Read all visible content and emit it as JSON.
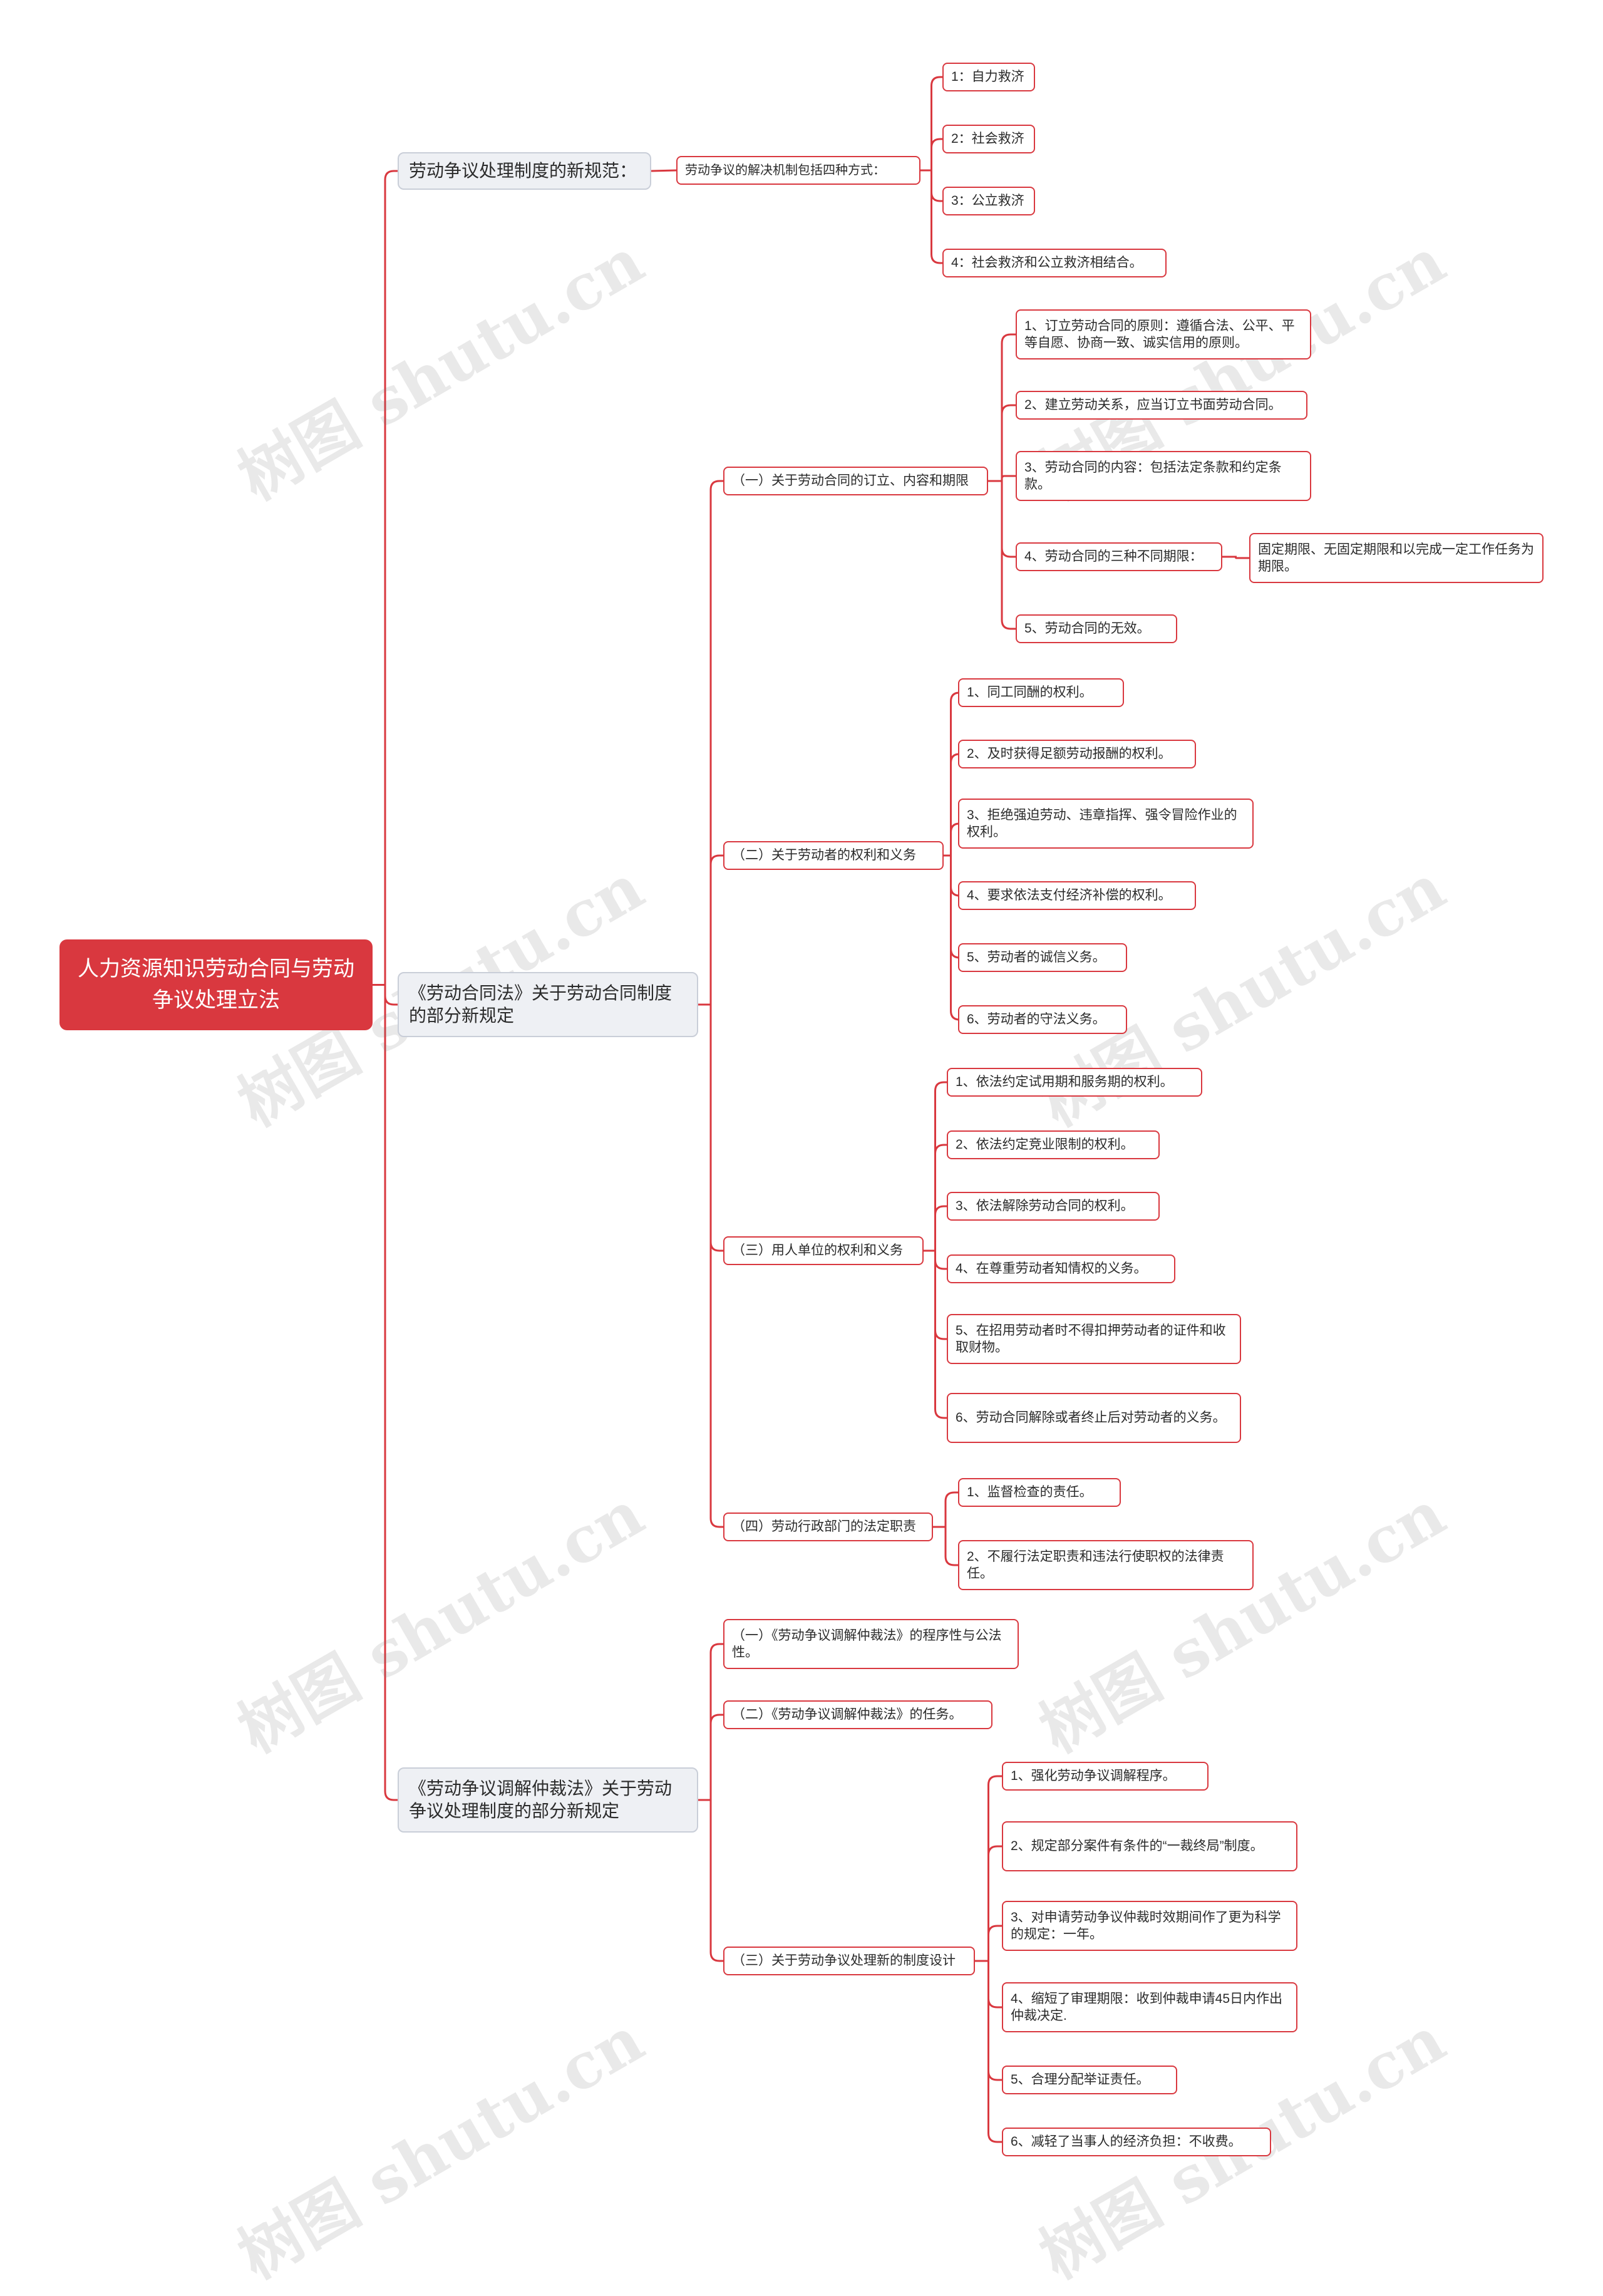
{
  "root": {
    "label": "人力资源知识劳动合同与劳动争议处理立法"
  },
  "branches": [
    {
      "label": "劳动争议处理制度的新规范：",
      "children": [
        {
          "label": "劳动争议的解决机制包括四种方式：",
          "children": [
            {
              "label": "1：自力救济"
            },
            {
              "label": "2：社会救济"
            },
            {
              "label": "3：公立救济"
            },
            {
              "label": "4：社会救济和公立救济相结合。"
            }
          ]
        }
      ]
    },
    {
      "label": "《劳动合同法》关于劳动合同制度的部分新规定",
      "children": [
        {
          "label": "（一）关于劳动合同的订立、内容和期限",
          "children": [
            {
              "label": "1、订立劳动合同的原则：遵循合法、公平、平等自愿、协商一致、诚实信用的原则。"
            },
            {
              "label": "2、建立劳动关系，应当订立书面劳动合同。"
            },
            {
              "label": "3、劳动合同的内容：包括法定条款和约定条款。"
            },
            {
              "label": "4、劳动合同的三种不同期限：",
              "children": [
                {
                  "label": "固定期限、无固定期限和以完成一定工作任务为期限。"
                }
              ]
            },
            {
              "label": "5、劳动合同的无效。"
            }
          ]
        },
        {
          "label": "（二）关于劳动者的权利和义务",
          "children": [
            {
              "label": "1、同工同酬的权利。"
            },
            {
              "label": "2、及时获得足额劳动报酬的权利。"
            },
            {
              "label": "3、拒绝强迫劳动、违章指挥、强令冒险作业的权利。"
            },
            {
              "label": "4、要求依法支付经济补偿的权利。"
            },
            {
              "label": "5、劳动者的诚信义务。"
            },
            {
              "label": "6、劳动者的守法义务。"
            }
          ]
        },
        {
          "label": "（三）用人单位的权利和义务",
          "children": [
            {
              "label": "1、依法约定试用期和服务期的权利。"
            },
            {
              "label": "2、依法约定竞业限制的权利。"
            },
            {
              "label": "3、依法解除劳动合同的权利。"
            },
            {
              "label": "4、在尊重劳动者知情权的义务。"
            },
            {
              "label": "5、在招用劳动者时不得扣押劳动者的证件和收取财物。"
            },
            {
              "label": "6、劳动合同解除或者终止后对劳动者的义务。"
            }
          ]
        },
        {
          "label": "（四）劳动行政部门的法定职责",
          "children": [
            {
              "label": "1、监督检查的责任。"
            },
            {
              "label": "2、不履行法定职责和违法行使职权的法律责任。"
            }
          ]
        }
      ]
    },
    {
      "label": "《劳动争议调解仲裁法》关于劳动争议处理制度的部分新规定",
      "children": [
        {
          "label": "（一）《劳动争议调解仲裁法》的程序性与公法性。"
        },
        {
          "label": "（二）《劳动争议调解仲裁法》的任务。"
        },
        {
          "label": "（三）关于劳动争议处理新的制度设计",
          "children": [
            {
              "label": "1、强化劳动争议调解程序。"
            },
            {
              "label": "2、规定部分案件有条件的“一裁终局”制度。"
            },
            {
              "label": "3、对申请劳动争议仲裁时效期间作了更为科学的规定：一年。"
            },
            {
              "label": "4、缩短了审理期限：收到仲裁申请45日内作出仲裁决定."
            },
            {
              "label": "5、合理分配举证责任。"
            },
            {
              "label": "6、减轻了当事人的经济负担：不收费。"
            }
          ]
        }
      ]
    }
  ],
  "watermark": "树图 shutu.cn",
  "colors": {
    "accent": "#d9383f",
    "branch_bg": "#eef0f4",
    "branch_border": "#c9ced8"
  }
}
